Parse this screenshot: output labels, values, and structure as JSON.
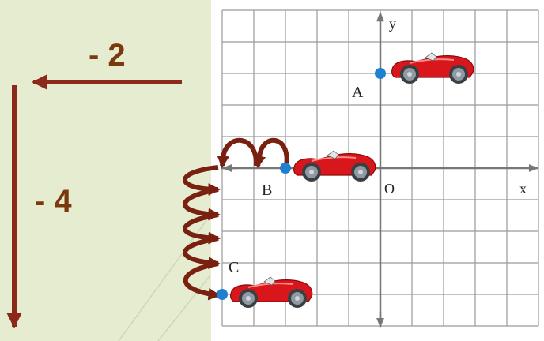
{
  "step_x": {
    "label": "- 2"
  },
  "step_y": {
    "label": "- 4"
  },
  "axes": {
    "x_label": "x",
    "y_label": "y",
    "origin_label": "O"
  },
  "points": [
    {
      "label": "A",
      "x": 0,
      "y": 3
    },
    {
      "label": "B",
      "x": -3,
      "y": 0
    },
    {
      "label": "C",
      "x": -5,
      "y": -4
    }
  ],
  "colors": {
    "background": "#e6ecd0",
    "arrow": "#8b2a1b",
    "label_text": "#7a3a0e",
    "grid": "#9a9a9a",
    "axis": "#777777",
    "point": "#1f7fd0",
    "car_body": "#d8161b",
    "hop_arrow": "#7a2010"
  },
  "icons": {
    "car": "race-car-icon",
    "hop": "curved-hop-arrow-icon"
  }
}
